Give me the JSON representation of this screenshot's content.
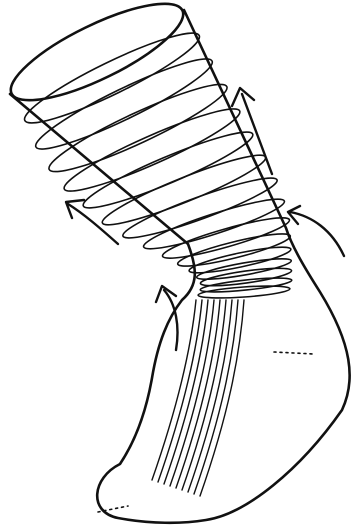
{
  "illustration": {
    "subject": "compression-sock",
    "colors": {
      "ink": "#111111",
      "background": "#ffffff"
    },
    "arrows": [
      "arrow-upper-right",
      "arrow-left",
      "arrow-right-curved",
      "arrow-ankle-curved"
    ]
  }
}
